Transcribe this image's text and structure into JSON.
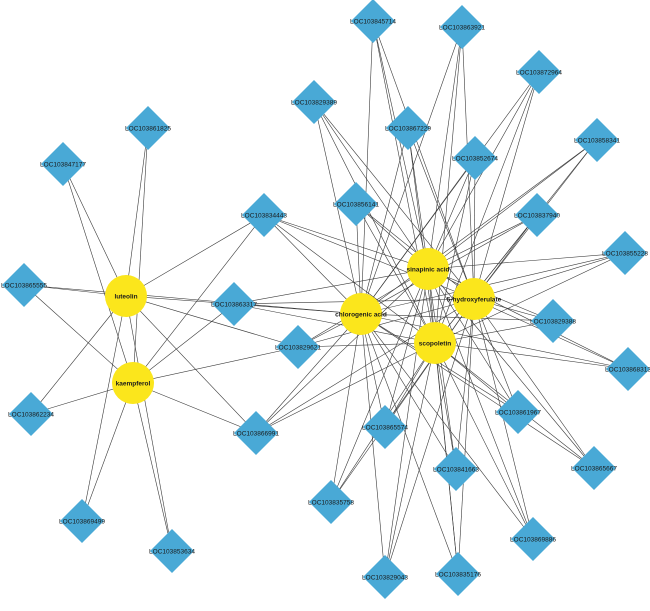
{
  "colors": {
    "gene": "#49a9d6",
    "compound": "#fbe61c",
    "edge": "#3a3a3a"
  },
  "compounds": [
    {
      "id": "luteolin",
      "label": "luteolin"
    },
    {
      "id": "kaempferol",
      "label": "kaempferol"
    },
    {
      "id": "chlorogenic",
      "label": "chlorogenic acid"
    },
    {
      "id": "sinapinic",
      "label": "sinapinic acid"
    },
    {
      "id": "hydroxyferulate",
      "label": "5-hydroxyferulate"
    },
    {
      "id": "scopoletin",
      "label": "scopoletin"
    }
  ],
  "genes": [
    {
      "id": "g45714",
      "label": "LOC103845714"
    },
    {
      "id": "g63921",
      "label": "LOC103863921"
    },
    {
      "id": "g72964",
      "label": "LOC103872964"
    },
    {
      "id": "g29389",
      "label": "LOC103829389"
    },
    {
      "id": "g67229",
      "label": "LOC103867229"
    },
    {
      "id": "g61825",
      "label": "LOC103861825"
    },
    {
      "id": "g58341",
      "label": "LOC103858341"
    },
    {
      "id": "g52674",
      "label": "LOC103852674"
    },
    {
      "id": "g47177",
      "label": "LOC103847177"
    },
    {
      "id": "g56141",
      "label": "LOC103856141"
    },
    {
      "id": "g37940",
      "label": "LOC103837940"
    },
    {
      "id": "g34443",
      "label": "LOC103834443"
    },
    {
      "id": "g55228",
      "label": "LOC103855228"
    },
    {
      "id": "g65555",
      "label": "LOC103865555"
    },
    {
      "id": "g63317",
      "label": "LOC103863317"
    },
    {
      "id": "g29388",
      "label": "LOC103829388"
    },
    {
      "id": "g29621",
      "label": "LOC103829621"
    },
    {
      "id": "g68313",
      "label": "LOC103868313"
    },
    {
      "id": "g62234",
      "label": "LOC103862234"
    },
    {
      "id": "g66991",
      "label": "LOC103866991"
    },
    {
      "id": "g65574",
      "label": "LOC103865574"
    },
    {
      "id": "g61967",
      "label": "LOC103861967"
    },
    {
      "id": "g41663",
      "label": "LOC103841663"
    },
    {
      "id": "g65667",
      "label": "LOC103865667"
    },
    {
      "id": "g35758",
      "label": "LOC103835758"
    },
    {
      "id": "g69499",
      "label": "LOC103869499"
    },
    {
      "id": "g69886",
      "label": "LOC103869886"
    },
    {
      "id": "g53634",
      "label": "LOC103853634"
    },
    {
      "id": "g29043",
      "label": "LOC103829043"
    },
    {
      "id": "g35176",
      "label": "LOC103835176"
    }
  ],
  "edges": [
    [
      "luteolin",
      "g61825"
    ],
    [
      "luteolin",
      "g47177"
    ],
    [
      "luteolin",
      "g34443"
    ],
    [
      "luteolin",
      "g65555"
    ],
    [
      "luteolin",
      "g63317"
    ],
    [
      "luteolin",
      "g29621"
    ],
    [
      "luteolin",
      "g62234"
    ],
    [
      "luteolin",
      "g66991"
    ],
    [
      "luteolin",
      "g69499"
    ],
    [
      "luteolin",
      "g53634"
    ],
    [
      "kaempferol",
      "g61825"
    ],
    [
      "kaempferol",
      "g47177"
    ],
    [
      "kaempferol",
      "g34443"
    ],
    [
      "kaempferol",
      "g65555"
    ],
    [
      "kaempferol",
      "g63317"
    ],
    [
      "kaempferol",
      "g29621"
    ],
    [
      "kaempferol",
      "g62234"
    ],
    [
      "kaempferol",
      "g66991"
    ],
    [
      "kaempferol",
      "g69499"
    ],
    [
      "kaempferol",
      "g53634"
    ],
    [
      "chlorogenic",
      "g45714"
    ],
    [
      "chlorogenic",
      "g63921"
    ],
    [
      "chlorogenic",
      "g72964"
    ],
    [
      "chlorogenic",
      "g29389"
    ],
    [
      "chlorogenic",
      "g67229"
    ],
    [
      "chlorogenic",
      "g58341"
    ],
    [
      "chlorogenic",
      "g52674"
    ],
    [
      "chlorogenic",
      "g56141"
    ],
    [
      "chlorogenic",
      "g37940"
    ],
    [
      "chlorogenic",
      "g34443"
    ],
    [
      "chlorogenic",
      "g55228"
    ],
    [
      "chlorogenic",
      "g63317"
    ],
    [
      "chlorogenic",
      "g29388"
    ],
    [
      "chlorogenic",
      "g29621"
    ],
    [
      "chlorogenic",
      "g68313"
    ],
    [
      "chlorogenic",
      "g66991"
    ],
    [
      "chlorogenic",
      "g65574"
    ],
    [
      "chlorogenic",
      "g61967"
    ],
    [
      "chlorogenic",
      "g41663"
    ],
    [
      "chlorogenic",
      "g65667"
    ],
    [
      "chlorogenic",
      "g35758"
    ],
    [
      "chlorogenic",
      "g69886"
    ],
    [
      "chlorogenic",
      "g29043"
    ],
    [
      "chlorogenic",
      "g35176"
    ],
    [
      "chlorogenic",
      "g65555"
    ],
    [
      "sinapinic",
      "g45714"
    ],
    [
      "sinapinic",
      "g63921"
    ],
    [
      "sinapinic",
      "g72964"
    ],
    [
      "sinapinic",
      "g29389"
    ],
    [
      "sinapinic",
      "g67229"
    ],
    [
      "sinapinic",
      "g58341"
    ],
    [
      "sinapinic",
      "g52674"
    ],
    [
      "sinapinic",
      "g56141"
    ],
    [
      "sinapinic",
      "g37940"
    ],
    [
      "sinapinic",
      "g34443"
    ],
    [
      "sinapinic",
      "g55228"
    ],
    [
      "sinapinic",
      "g63317"
    ],
    [
      "sinapinic",
      "g29388"
    ],
    [
      "sinapinic",
      "g29621"
    ],
    [
      "sinapinic",
      "g68313"
    ],
    [
      "sinapinic",
      "g66991"
    ],
    [
      "sinapinic",
      "g65574"
    ],
    [
      "sinapinic",
      "g61967"
    ],
    [
      "sinapinic",
      "g41663"
    ],
    [
      "sinapinic",
      "g65667"
    ],
    [
      "sinapinic",
      "g35758"
    ],
    [
      "sinapinic",
      "g69886"
    ],
    [
      "sinapinic",
      "g29043"
    ],
    [
      "sinapinic",
      "g35176"
    ],
    [
      "hydroxyferulate",
      "g45714"
    ],
    [
      "hydroxyferulate",
      "g63921"
    ],
    [
      "hydroxyferulate",
      "g72964"
    ],
    [
      "hydroxyferulate",
      "g29389"
    ],
    [
      "hydroxyferulate",
      "g67229"
    ],
    [
      "hydroxyferulate",
      "g58341"
    ],
    [
      "hydroxyferulate",
      "g52674"
    ],
    [
      "hydroxyferulate",
      "g56141"
    ],
    [
      "hydroxyferulate",
      "g37940"
    ],
    [
      "hydroxyferulate",
      "g34443"
    ],
    [
      "hydroxyferulate",
      "g55228"
    ],
    [
      "hydroxyferulate",
      "g63317"
    ],
    [
      "hydroxyferulate",
      "g29388"
    ],
    [
      "hydroxyferulate",
      "g29621"
    ],
    [
      "hydroxyferulate",
      "g68313"
    ],
    [
      "hydroxyferulate",
      "g66991"
    ],
    [
      "hydroxyferulate",
      "g65574"
    ],
    [
      "hydroxyferulate",
      "g61967"
    ],
    [
      "hydroxyferulate",
      "g41663"
    ],
    [
      "hydroxyferulate",
      "g65667"
    ],
    [
      "hydroxyferulate",
      "g35758"
    ],
    [
      "hydroxyferulate",
      "g69886"
    ],
    [
      "hydroxyferulate",
      "g29043"
    ],
    [
      "hydroxyferulate",
      "g35176"
    ],
    [
      "scopoletin",
      "g45714"
    ],
    [
      "scopoletin",
      "g63921"
    ],
    [
      "scopoletin",
      "g72964"
    ],
    [
      "scopoletin",
      "g29389"
    ],
    [
      "scopoletin",
      "g67229"
    ],
    [
      "scopoletin",
      "g58341"
    ],
    [
      "scopoletin",
      "g52674"
    ],
    [
      "scopoletin",
      "g56141"
    ],
    [
      "scopoletin",
      "g37940"
    ],
    [
      "scopoletin",
      "g34443"
    ],
    [
      "scopoletin",
      "g55228"
    ],
    [
      "scopoletin",
      "g63317"
    ],
    [
      "scopoletin",
      "g29388"
    ],
    [
      "scopoletin",
      "g29621"
    ],
    [
      "scopoletin",
      "g68313"
    ],
    [
      "scopoletin",
      "g66991"
    ],
    [
      "scopoletin",
      "g65574"
    ],
    [
      "scopoletin",
      "g61967"
    ],
    [
      "scopoletin",
      "g41663"
    ],
    [
      "scopoletin",
      "g65667"
    ],
    [
      "scopoletin",
      "g35758"
    ],
    [
      "scopoletin",
      "g69886"
    ],
    [
      "scopoletin",
      "g29043"
    ],
    [
      "scopoletin",
      "g35176"
    ]
  ]
}
